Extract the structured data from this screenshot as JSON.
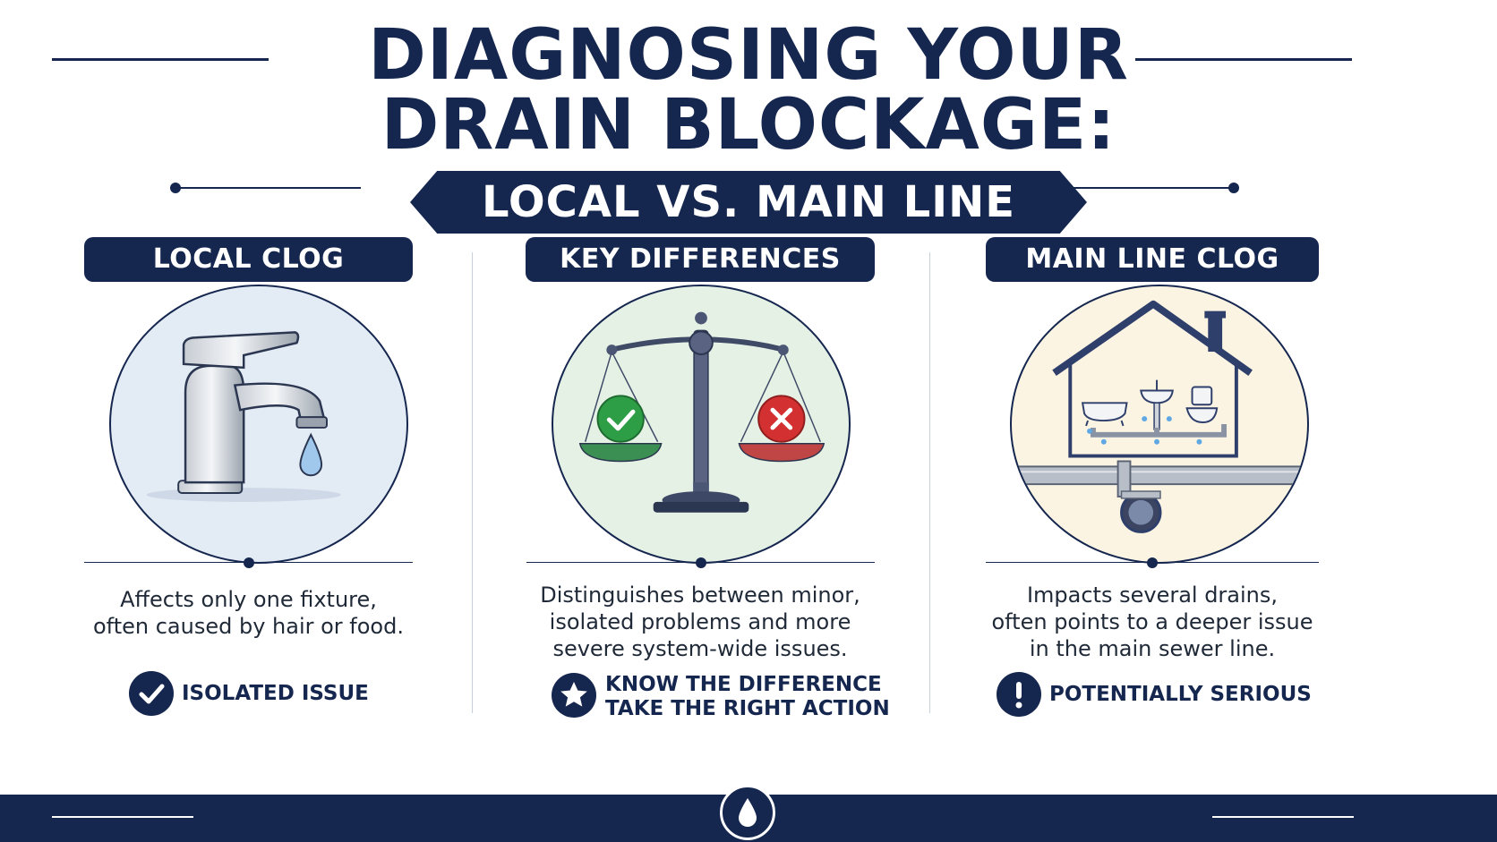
{
  "header": {
    "title_line1": "DIAGNOSING YOUR",
    "title_line2": "DRAIN BLOCKAGE:",
    "subtitle": "LOCAL VS. MAIN LINE"
  },
  "columns": [
    {
      "heading": "LOCAL CLOG",
      "icon": "faucet-icon",
      "description": [
        "Affects only one fixture,",
        "often caused by hair or food."
      ],
      "badge_icon": "check-circle-icon",
      "badge": [
        "ISOLATED ISSUE"
      ]
    },
    {
      "heading": "KEY DIFFERENCES",
      "icon": "balance-scale-icon",
      "description": [
        "Distinguishes between minor,",
        "isolated problems and more",
        "severe system-wide issues."
      ],
      "badge_icon": "star-circle-icon",
      "badge": [
        "KNOW THE DIFFERENCE",
        "TAKE THE RIGHT ACTION"
      ]
    },
    {
      "heading": "MAIN LINE CLOG",
      "icon": "house-plumbing-icon",
      "description": [
        "Impacts several drains,",
        "often points to a deeper issue",
        "in the main sewer line."
      ],
      "badge_icon": "exclamation-circle-icon",
      "badge": [
        "POTENTIALLY SERIOUS"
      ]
    }
  ],
  "footer": {
    "icon": "water-drop-icon"
  },
  "colors": {
    "navy": "#15264f",
    "local_bg": "#e3ebf5",
    "key_bg": "#e6f1e6",
    "main_bg": "#fbf4e2",
    "check_green": "#2e9e46",
    "cross_red": "#d33131"
  }
}
